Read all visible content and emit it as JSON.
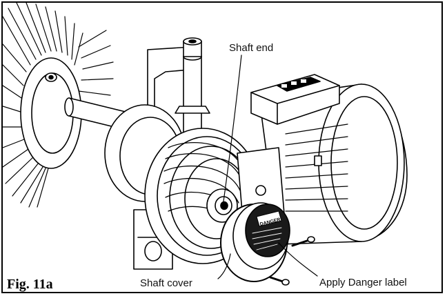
{
  "figure": {
    "caption": "Fig. 11a",
    "labels": {
      "shaft_end": "Shaft end",
      "shaft_cover": "Shaft cover",
      "apply_danger_label": "Apply Danger label"
    },
    "danger_label_text": "DANGER",
    "icons": [
      "brush-wheel",
      "motor",
      "bolt",
      "shaft-cover-disc"
    ]
  }
}
